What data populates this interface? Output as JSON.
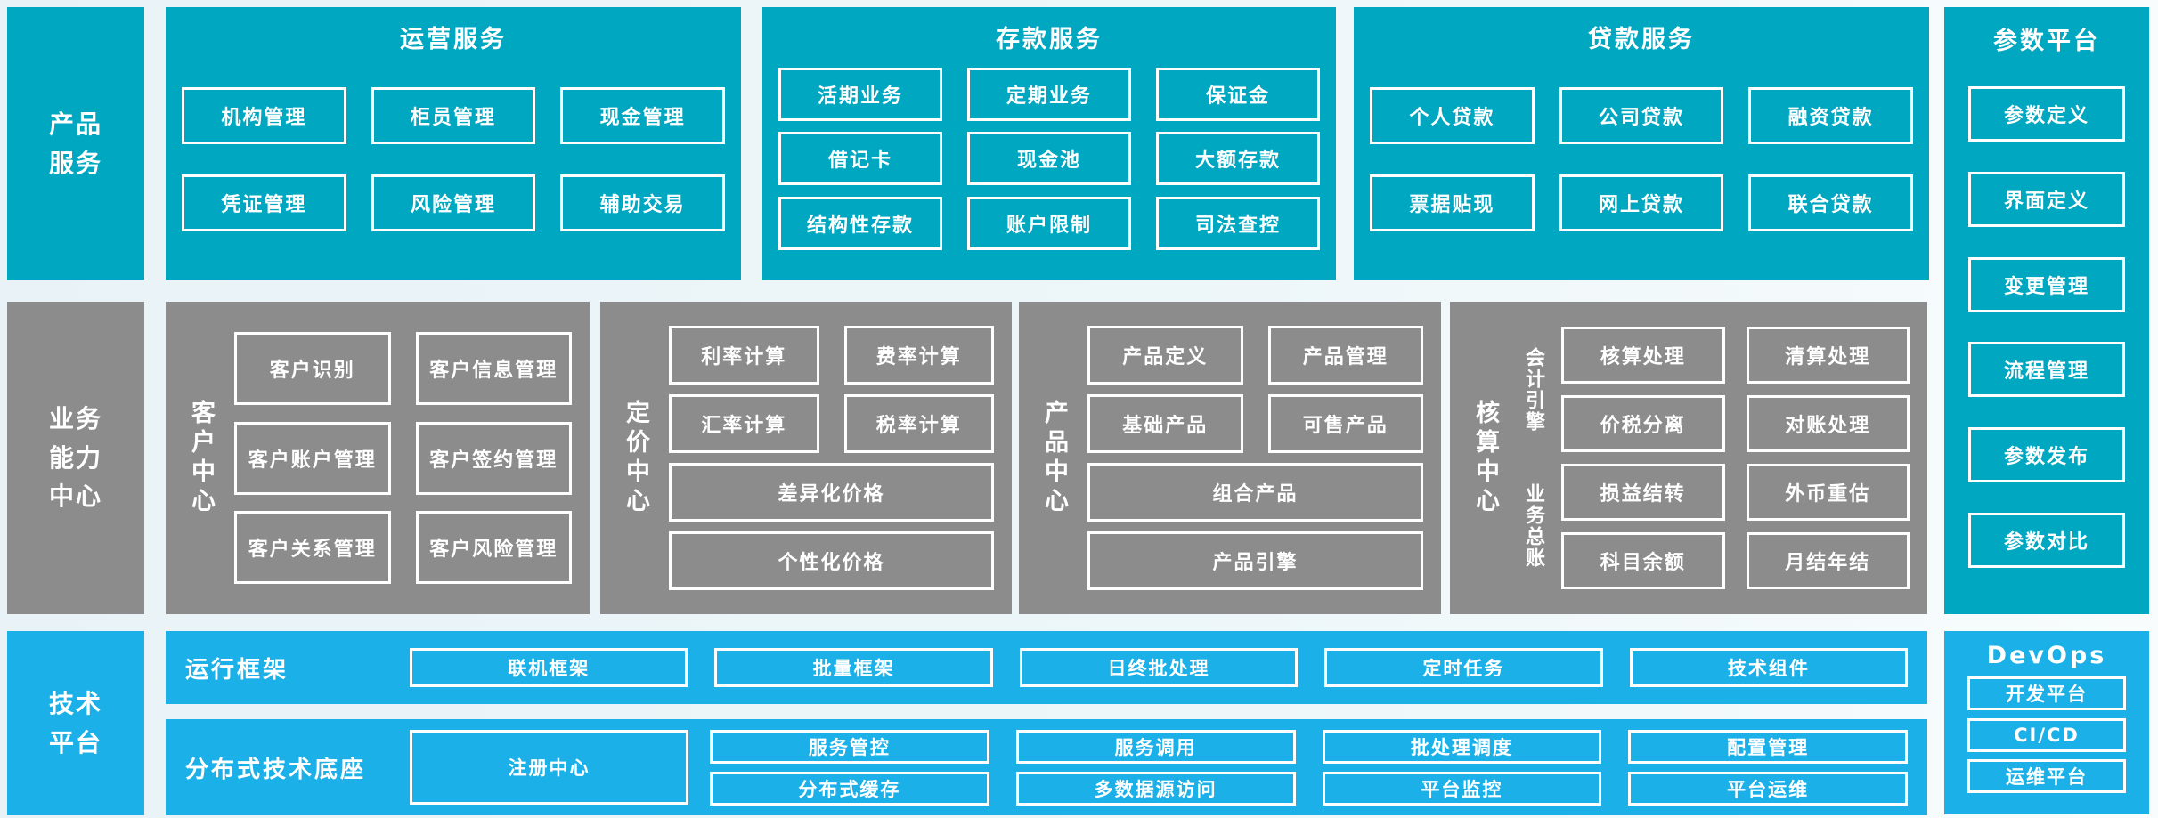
{
  "colors": {
    "teal": "#00A7C0",
    "bright_blue": "#1BB1E8",
    "gray": "#8C8C8C",
    "text": "#FFFFFF",
    "background": "#EDF6F9"
  },
  "product_services": {
    "sidebar_label": "产品\n服务",
    "operations": {
      "title": "运营服务",
      "rows": [
        [
          "机构管理",
          "柜员管理",
          "现金管理"
        ],
        [
          "凭证管理",
          "风险管理",
          "辅助交易"
        ]
      ]
    },
    "deposits": {
      "title": "存款服务",
      "rows": [
        [
          "活期业务",
          "定期业务",
          "保证金"
        ],
        [
          "借记卡",
          "现金池",
          "大额存款"
        ],
        [
          "结构性存款",
          "账户限制",
          "司法查控"
        ]
      ]
    },
    "loans": {
      "title": "贷款服务",
      "rows": [
        [
          "个人贷款",
          "公司贷款",
          "融资贷款"
        ],
        [
          "票据贴现",
          "网上贷款",
          "联合贷款"
        ]
      ]
    }
  },
  "parameter_platform": {
    "title": "参数平台",
    "items": [
      "参数定义",
      "界面定义",
      "变更管理",
      "流程管理",
      "参数发布",
      "参数对比"
    ]
  },
  "business_capability": {
    "sidebar_label": "业务\n能力\n中心",
    "customer": {
      "label": "客户中心",
      "rows": [
        [
          "客户识别",
          "客户信息管理"
        ],
        [
          "客户账户管理",
          "客户签约管理"
        ],
        [
          "客户关系管理",
          "客户风险管理"
        ]
      ]
    },
    "pricing": {
      "label": "定价中心",
      "rows": [
        [
          "利率计算",
          "费率计算"
        ],
        [
          "汇率计算",
          "税率计算"
        ]
      ],
      "wide": [
        "差异化价格",
        "个性化价格"
      ]
    },
    "product": {
      "label": "产品中心",
      "rows": [
        [
          "产品定义",
          "产品管理"
        ],
        [
          "基础产品",
          "可售产品"
        ]
      ],
      "wide": [
        "组合产品",
        "产品引擎"
      ]
    },
    "accounting": {
      "label": "核算中心",
      "groups": [
        {
          "label": "会计引擎",
          "rows": [
            [
              "核算处理",
              "清算处理"
            ],
            [
              "价税分离",
              "对账处理"
            ]
          ]
        },
        {
          "label": "业务总账",
          "rows": [
            [
              "损益结转",
              "外币重估"
            ],
            [
              "科目余额",
              "月结年结"
            ]
          ]
        }
      ]
    }
  },
  "technology_platform": {
    "sidebar_label": "技术\n平台",
    "runtime": {
      "label": "运行框架",
      "items": [
        "联机框架",
        "批量框架",
        "日终批处理",
        "定时任务",
        "技术组件"
      ]
    },
    "distributed": {
      "label": "分布式技术底座",
      "registry": "注册中心",
      "grid": [
        [
          "服务管控",
          "服务调用",
          "批处理调度",
          "配置管理"
        ],
        [
          "分布式缓存",
          "多数据源访问",
          "平台监控",
          "平台运维"
        ]
      ]
    },
    "devops": {
      "title": "DevOps",
      "items": [
        "开发平台",
        "CI/CD",
        "运维平台"
      ]
    }
  }
}
